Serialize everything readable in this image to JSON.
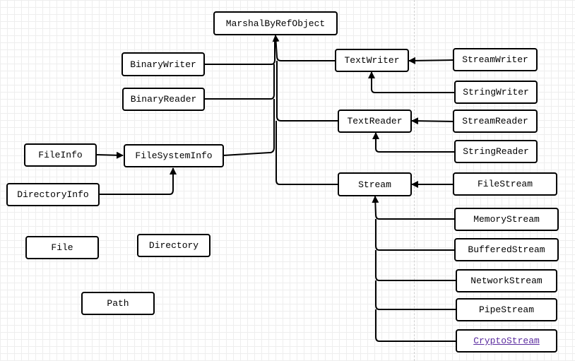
{
  "nodes": {
    "marshal": "MarshalByRefObject",
    "binarywriter": "BinaryWriter",
    "binaryreader": "BinaryReader",
    "fileinfo": "FileInfo",
    "filesysteminfo": "FileSystemInfo",
    "directoryinfo": "DirectoryInfo",
    "file": "File",
    "directory": "Directory",
    "path": "Path",
    "textwriter": "TextWriter",
    "textreader": "TextReader",
    "stream": "Stream",
    "streamwriter": "StreamWriter",
    "stringwriter": "StringWriter",
    "streamreader": "StreamReader",
    "stringreader": "StringReader",
    "filestream": "FileStream",
    "memorystream": "MemoryStream",
    "bufferedstream": "BufferedStream",
    "networkstream": "NetworkStream",
    "pipestream": "PipeStream",
    "cryptostream": "CryptoStream"
  }
}
